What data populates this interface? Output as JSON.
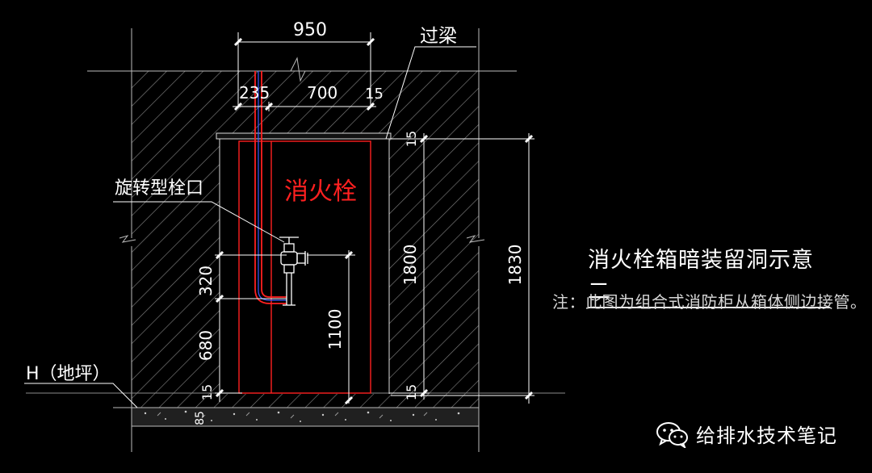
{
  "labels": {
    "dim_950": "950",
    "dim_235": "235",
    "dim_700": "700",
    "dim_15_top": "15",
    "dim_320": "320",
    "dim_680": "680",
    "dim_15_left": "15",
    "dim_1800": "1800",
    "dim_15_top_right": "15",
    "dim_15_bottom_right": "15",
    "dim_1830": "1830",
    "dim_1100": "1100",
    "dim_85": "85",
    "beam": "过梁",
    "valve": "旋转型栓口",
    "hydrant": "消火栓",
    "floor": "H（地坪）"
  },
  "title": "消火栓箱暗装留洞示意二",
  "note": "注：此图为组合式消防柜从箱体侧边接管。",
  "watermark": "给排水技术笔记",
  "colors": {
    "background": "#000000",
    "lines": "#ffffff",
    "hatch": "#8a8a8a",
    "box": "#ff2020",
    "pipe_blue": "#3a5bff"
  }
}
